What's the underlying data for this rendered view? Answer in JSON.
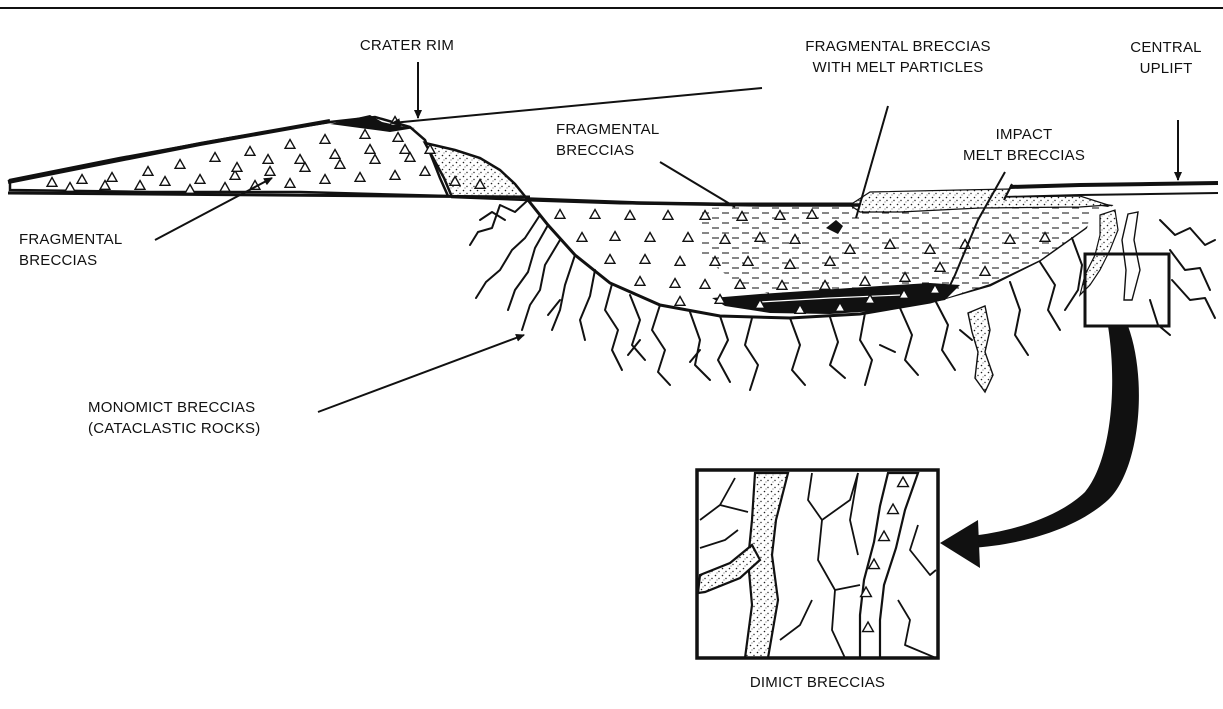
{
  "labels": {
    "crater_rim": "CRATER RIM",
    "frag_melt": [
      "FRAGMENTAL BRECCIAS",
      "WITH MELT PARTICLES"
    ],
    "central_uplift": [
      "CENTRAL",
      "UPLIFT"
    ],
    "frag_center": [
      "FRAGMENTAL",
      "BRECCIAS"
    ],
    "impact_melt": [
      "IMPACT",
      "MELT BRECCIAS"
    ],
    "frag_left": [
      "FRAGMENTAL",
      "BRECCIAS"
    ],
    "monomict": [
      "MONOMICT BRECCIAS",
      "(CATACLASTIC ROCKS)"
    ],
    "dimict": "DIMICT BRECCIAS"
  },
  "colors": {
    "ink": "#111111",
    "paper": "#ffffff"
  }
}
